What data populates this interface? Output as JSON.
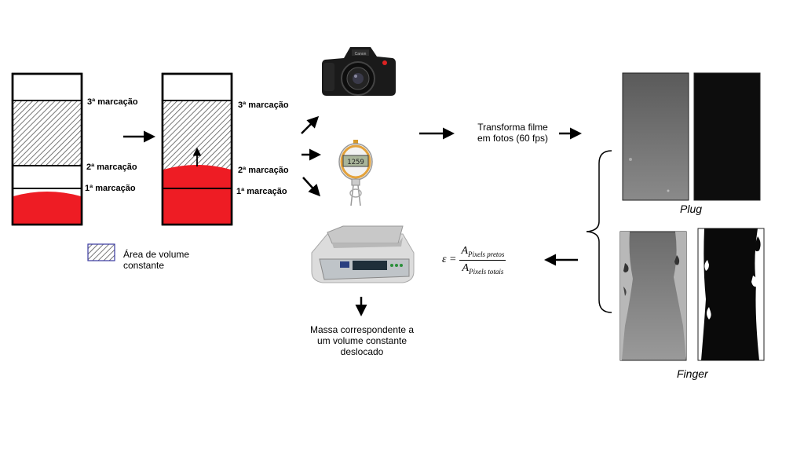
{
  "cylinder_left": {
    "mark3": "3ª marcação",
    "mark2": "2ª marcação",
    "mark1": "1ª marcação"
  },
  "cylinder_right": {
    "mark3": "3ª marcação",
    "mark2": "2ª marcação",
    "mark1": "1ª marcação"
  },
  "legend": {
    "line1": "Área de volume",
    "line2": "constante"
  },
  "film_step": {
    "line1": "Transforma filme",
    "line2": "em fotos (60 fps)"
  },
  "mass_step": {
    "line1": "Massa correspondente a",
    "line2": "um volume constante",
    "line3": "deslocado"
  },
  "formula": {
    "symbol": "ε =",
    "numerator": "A",
    "numerator_sub": "Pixels pretos",
    "denominator": "A",
    "denominator_sub": "Pixels totais"
  },
  "captions": {
    "plug": "Plug",
    "finger": "Finger"
  },
  "colors": {
    "fluid_red": "#ee1c24",
    "hatch": "#555555"
  },
  "icons": {
    "camera": "camera-icon",
    "timer": "stopwatch-icon",
    "scale": "balance-icon"
  }
}
